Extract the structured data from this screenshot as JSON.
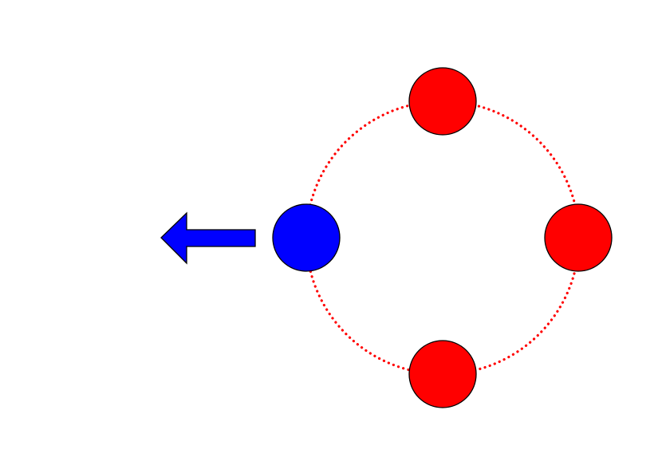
{
  "diagram": {
    "ring": {
      "color": "#ff0000",
      "style": "dotted"
    },
    "nodes": [
      {
        "id": "top",
        "color": "#ff0000"
      },
      {
        "id": "right",
        "color": "#ff0000"
      },
      {
        "id": "bottom",
        "color": "#ff0000"
      },
      {
        "id": "left",
        "color": "#0000ff"
      }
    ],
    "arrow": {
      "direction": "left",
      "color": "#0000ff",
      "icon": "arrow-left-icon"
    },
    "outline_color": "#000000",
    "background": "#ffffff"
  }
}
